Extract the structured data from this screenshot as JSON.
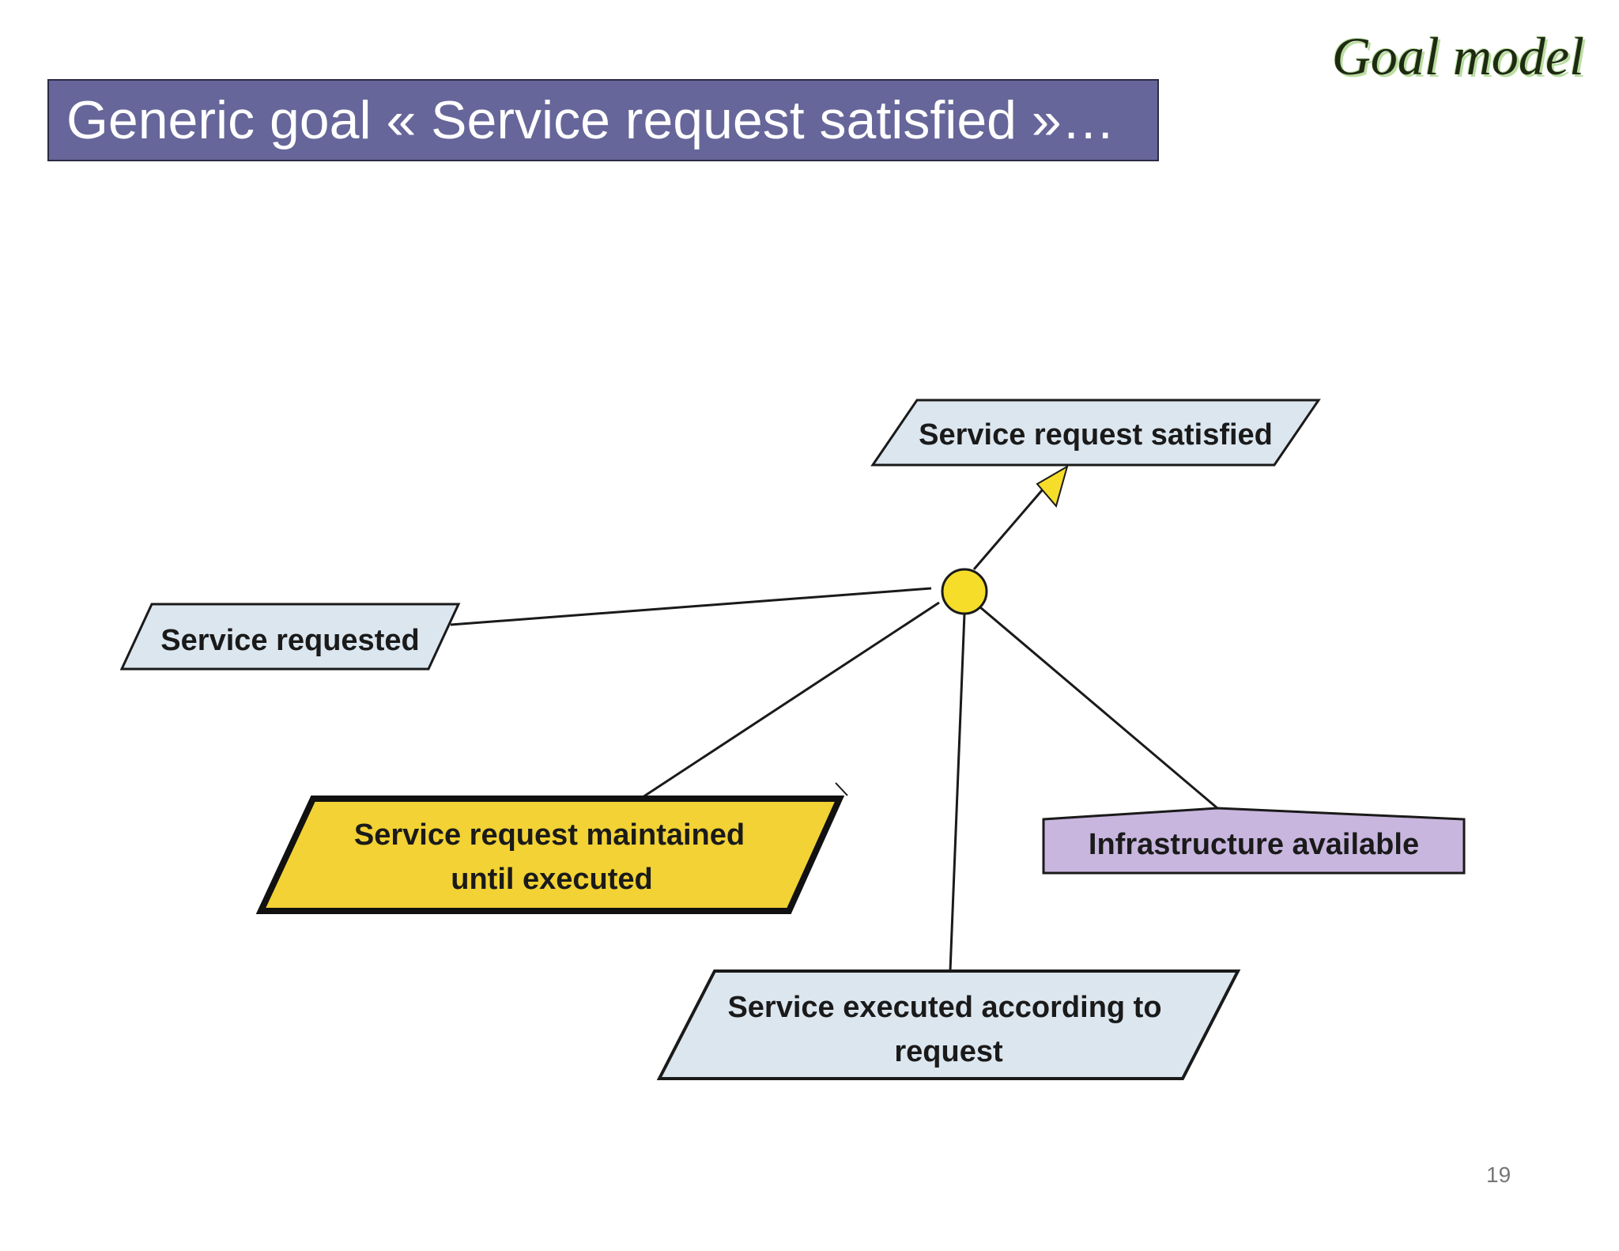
{
  "slide": {
    "title": "Generic goal « Service request satisfied »…",
    "section_label": "Goal model",
    "page_number": "19"
  },
  "diagram": {
    "root_goal": {
      "label": "Service request satisfied"
    },
    "subgoals": [
      {
        "id": "service-requested",
        "lines": [
          "Service requested"
        ]
      },
      {
        "id": "service-request-maintained",
        "lines": [
          "Service request maintained",
          "until executed"
        ]
      },
      {
        "id": "service-executed",
        "lines": [
          "Service executed according to",
          "request"
        ]
      },
      {
        "id": "infrastructure-available",
        "lines": [
          "Infrastructure available"
        ]
      }
    ],
    "colors": {
      "goal_fill": "#dce6ef",
      "highlighted_goal_fill": "#f2d234",
      "domain_property_fill": "#c8b6de",
      "refinement_node_fill": "#f5dd2a",
      "line": "#1a1a1a"
    }
  }
}
